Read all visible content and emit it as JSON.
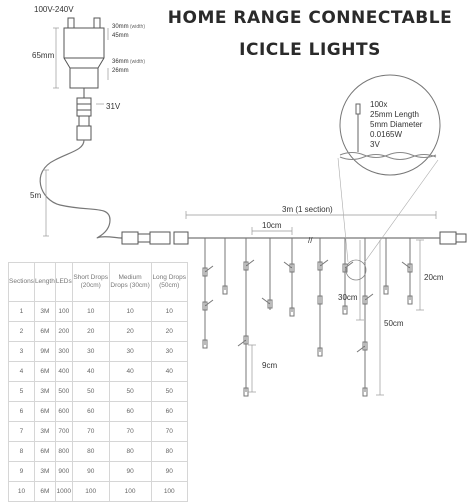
{
  "title": {
    "line1": "HOME RANGE CONNECTABLE",
    "line2": "ICICLE LIGHTS"
  },
  "transformer": {
    "voltage": "100V-240V",
    "height": "65mm",
    "dims_top_value": "30mm",
    "dims_top_label": "(width)",
    "dims_top_depth": "45mm",
    "dims_bottom_value": "36mm",
    "dims_bottom_label": "(width)",
    "dims_bottom_depth": "26mm",
    "output_voltage": "31V",
    "lead_length": "5m"
  },
  "bulb_spec": {
    "lines": [
      "100x",
      "25mm Length",
      "5mm Diameter",
      "0.0165W",
      "3V"
    ]
  },
  "string": {
    "section_length": "3m (1 section)",
    "drop_spacing": "10cm",
    "short_drop": "20cm",
    "medium_drop": "30cm",
    "long_drop": "50cm",
    "bulb_spacing": "9cm"
  },
  "table": {
    "headers": [
      "Sections",
      "Length",
      "LEDs",
      "Short Drops (20cm)",
      "Medium Drops (30cm)",
      "Long Drops (50cm)"
    ],
    "rows": [
      [
        "1",
        "3M",
        "100",
        "10",
        "10",
        "10"
      ],
      [
        "2",
        "6M",
        "200",
        "20",
        "20",
        "20"
      ],
      [
        "3",
        "9M",
        "300",
        "30",
        "30",
        "30"
      ],
      [
        "4",
        "6M",
        "400",
        "40",
        "40",
        "40"
      ],
      [
        "5",
        "3M",
        "500",
        "50",
        "50",
        "50"
      ],
      [
        "6",
        "6M",
        "600",
        "60",
        "60",
        "60"
      ],
      [
        "7",
        "3M",
        "700",
        "70",
        "70",
        "70"
      ],
      [
        "8",
        "6M",
        "800",
        "80",
        "80",
        "80"
      ],
      [
        "9",
        "3M",
        "900",
        "90",
        "90",
        "90"
      ],
      [
        "10",
        "6M",
        "1000",
        "100",
        "100",
        "100"
      ]
    ]
  },
  "colors": {
    "line": "#555555",
    "wire": "#777777",
    "dim": "#999999"
  }
}
